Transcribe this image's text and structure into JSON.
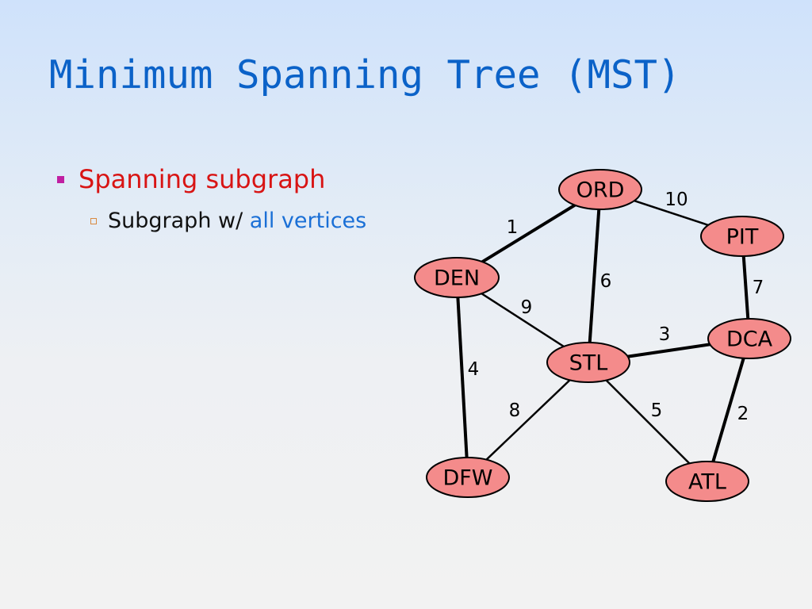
{
  "slide": {
    "title": "Minimum Spanning Tree (MST)",
    "bullets": [
      {
        "text": "Spanning subgraph",
        "color": "#d81414",
        "marker_color": "#c01fa2"
      },
      {
        "prefix": "Subgraph w/ ",
        "highlight": "all vertices",
        "highlight_color": "#1a6fd6"
      }
    ]
  },
  "graph": {
    "node_fill": "#f48b8b",
    "nodes": [
      {
        "id": "ORD",
        "label": "ORD"
      },
      {
        "id": "PIT",
        "label": "PIT"
      },
      {
        "id": "DEN",
        "label": "DEN"
      },
      {
        "id": "DCA",
        "label": "DCA"
      },
      {
        "id": "STL",
        "label": "STL"
      },
      {
        "id": "DFW",
        "label": "DFW"
      },
      {
        "id": "ATL",
        "label": "ATL"
      }
    ],
    "edges": [
      {
        "from": "ORD",
        "to": "DEN",
        "weight": "1",
        "bold": true
      },
      {
        "from": "ORD",
        "to": "PIT",
        "weight": "10",
        "bold": false
      },
      {
        "from": "ORD",
        "to": "STL",
        "weight": "6",
        "bold": true
      },
      {
        "from": "PIT",
        "to": "DCA",
        "weight": "7",
        "bold": true
      },
      {
        "from": "DEN",
        "to": "STL",
        "weight": "9",
        "bold": false
      },
      {
        "from": "DEN",
        "to": "DFW",
        "weight": "4",
        "bold": true
      },
      {
        "from": "STL",
        "to": "DCA",
        "weight": "3",
        "bold": true
      },
      {
        "from": "STL",
        "to": "DFW",
        "weight": "8",
        "bold": false
      },
      {
        "from": "STL",
        "to": "ATL",
        "weight": "5",
        "bold": false
      },
      {
        "from": "DCA",
        "to": "ATL",
        "weight": "2",
        "bold": true
      }
    ]
  }
}
